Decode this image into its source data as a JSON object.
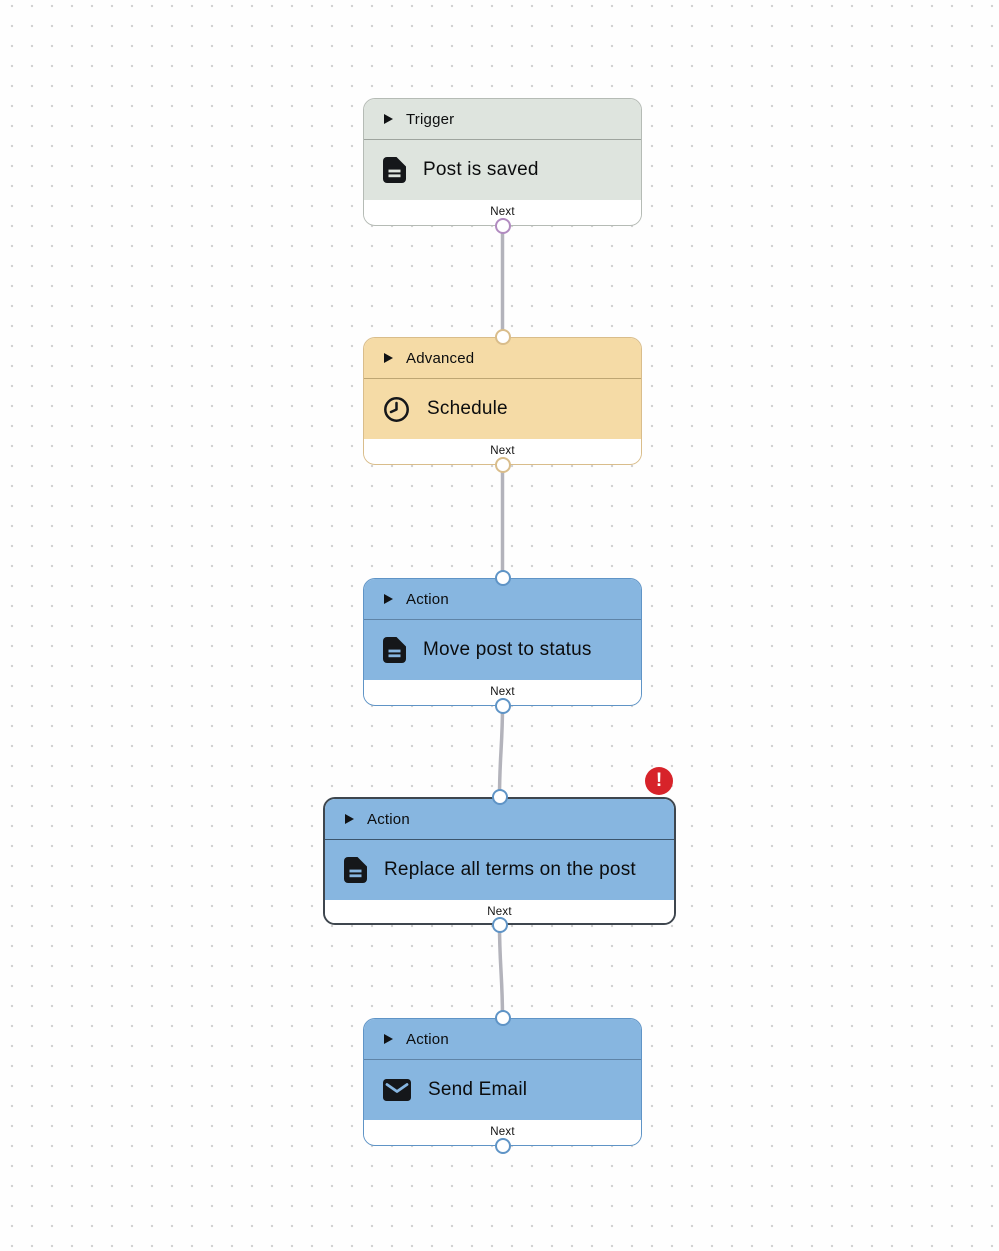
{
  "workflow": {
    "nodes": [
      {
        "category": "Trigger",
        "title": "Post is saved",
        "icon": "document-icon",
        "footer_label": "Next",
        "type": "trigger",
        "selected": false,
        "has_error": false
      },
      {
        "category": "Advanced",
        "title": "Schedule",
        "icon": "clock-icon",
        "footer_label": "Next",
        "type": "advanced",
        "selected": false,
        "has_error": false
      },
      {
        "category": "Action",
        "title": "Move post to status",
        "icon": "document-icon",
        "footer_label": "Next",
        "type": "action",
        "selected": false,
        "has_error": false
      },
      {
        "category": "Action",
        "title": "Replace all terms on the post",
        "icon": "document-icon",
        "footer_label": "Next",
        "type": "action",
        "selected": true,
        "has_error": true
      },
      {
        "category": "Action",
        "title": "Send Email",
        "icon": "mail-icon",
        "footer_label": "Next",
        "type": "action",
        "selected": false,
        "has_error": false
      }
    ],
    "edges_count": 4,
    "error_badge": {
      "glyph": "!"
    }
  },
  "palette": {
    "trigger_bg": "#dee4de",
    "trigger_border": "#b5bbb5",
    "advanced_bg": "#f5dba6",
    "advanced_border": "#d9bd8b",
    "action_bg": "#87b6e0",
    "action_border": "#5f94c6",
    "selected_border": "#3e464e",
    "edge_color": "#b3b3bb",
    "trigger_handle": "#b18bc0",
    "error_badge_bg": "#d7232a",
    "canvas_dot": "#d2d2d2"
  }
}
